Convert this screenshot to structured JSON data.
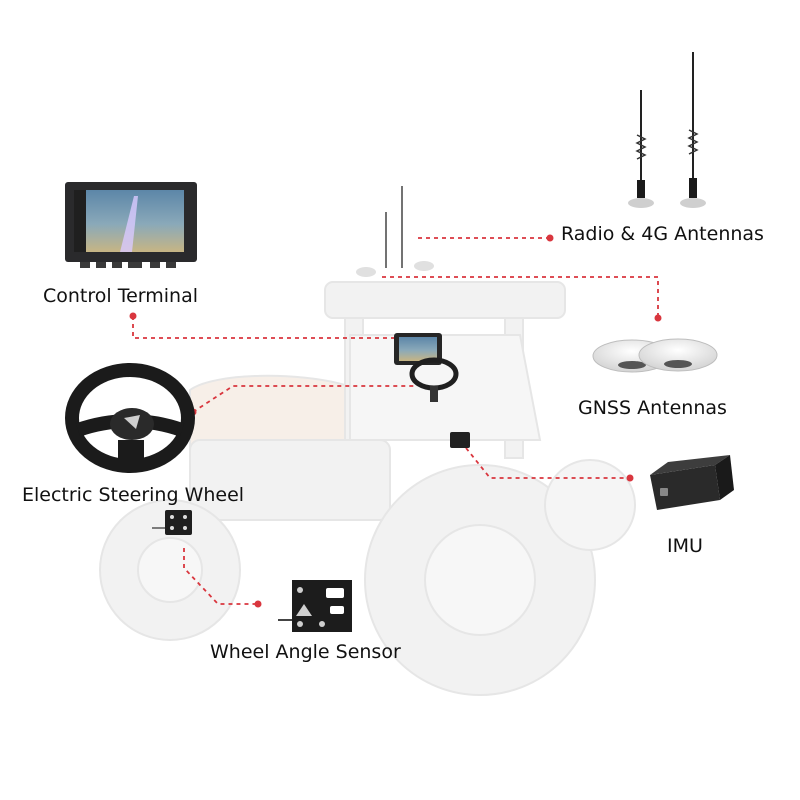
{
  "labels": {
    "control_terminal": "Control Terminal",
    "radio_antennas": "Radio & 4G Antennas",
    "gnss_antennas": "GNSS Antennas",
    "steering_wheel": "Electric Steering Wheel",
    "imu": "IMU",
    "wheel_angle_sensor": "Wheel Angle Sensor"
  },
  "colors": {
    "connector": "#d9363e",
    "tractor_ghost": "#f1f1f1",
    "device_dark": "#1d1d1f",
    "text": "#111111"
  }
}
